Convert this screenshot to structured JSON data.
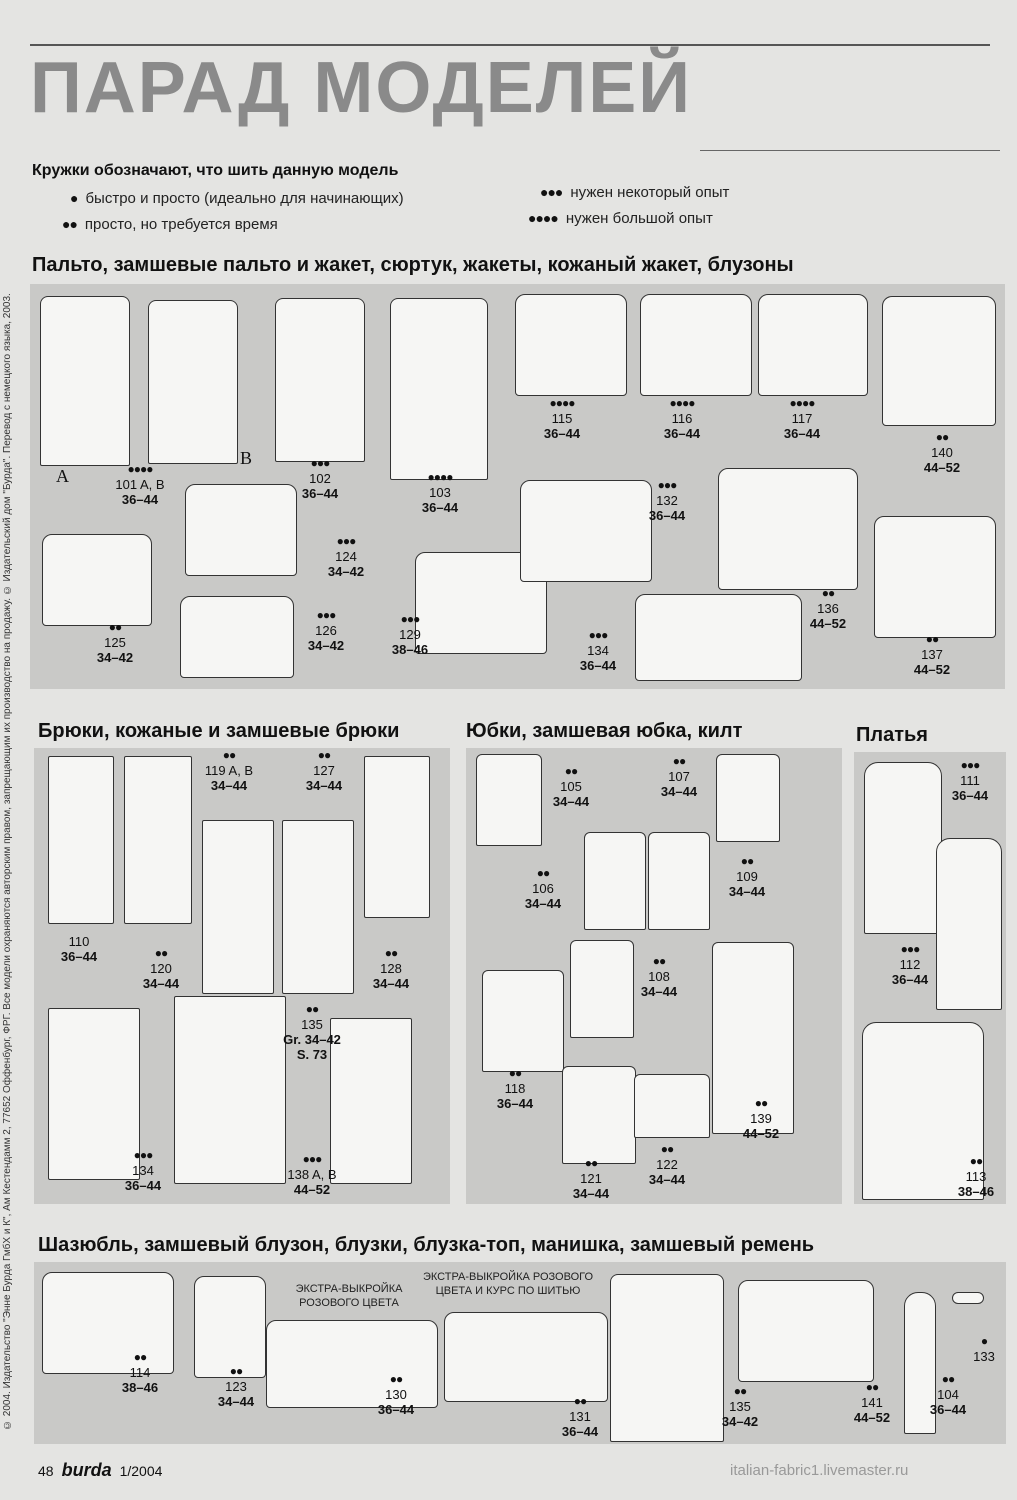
{
  "title": "ПАРАД МОДЕЛЕЙ",
  "side_note": "© 2004. Издательство \"Энне Бурда ГмбХ и К\", Ам Кестендамм 2, 77652 Оффенбург, ФРГ. Все модели охраняются авторским правом, запрещающим их производство на продажу. © Издательский дом \"Бурда\". Перевод с немецкого языка, 2003.",
  "legend": {
    "intro": "Кружки обозначают, что шить данную модель",
    "items": [
      {
        "dots": "●",
        "text": "быстро и просто (идеально для начинающих)"
      },
      {
        "dots": "●●",
        "text": "просто, но требуется время"
      },
      {
        "dots": "●●●",
        "text": "нужен некоторый опыт"
      },
      {
        "dots": "●●●●",
        "text": "нужен большой опыт"
      }
    ]
  },
  "sections": {
    "coats": {
      "title": "Пальто, замшевые пальто и жакет, сюртук, жакеты, кожаный жакет, блузоны"
    },
    "pants": {
      "title": "Брюки, кожаные и замшевые брюки"
    },
    "skirts": {
      "title": "Юбки, замшевая юбка, килт"
    },
    "dresses": {
      "title": "Платья"
    },
    "tops": {
      "title": "Шазюбль, замшевый блузон, блузки, блузка-топ, манишка, замшевый ремень"
    }
  },
  "variant_labels": {
    "a": "A",
    "b": "B"
  },
  "models": {
    "m101": {
      "dots": "●●●●",
      "num": "101 A, B",
      "size": "36–44"
    },
    "m102": {
      "dots": "●●●",
      "num": "102",
      "size": "36–44"
    },
    "m103": {
      "dots": "●●●●",
      "num": "103",
      "size": "36–44"
    },
    "m115": {
      "dots": "●●●●",
      "num": "115",
      "size": "36–44"
    },
    "m116": {
      "dots": "●●●●",
      "num": "116",
      "size": "36–44"
    },
    "m117": {
      "dots": "●●●●",
      "num": "117",
      "size": "36–44"
    },
    "m140": {
      "dots": "●●",
      "num": "140",
      "size": "44–52"
    },
    "m124": {
      "dots": "●●●",
      "num": "124",
      "size": "34–42"
    },
    "m132": {
      "dots": "●●●",
      "num": "132",
      "size": "36–44"
    },
    "m125": {
      "dots": "●●",
      "num": "125",
      "size": "34–42"
    },
    "m126": {
      "dots": "●●●",
      "num": "126",
      "size": "34–42"
    },
    "m129": {
      "dots": "●●●",
      "num": "129",
      "size": "38–46"
    },
    "m134a": {
      "dots": "●●●",
      "num": "134",
      "size": "36–44"
    },
    "m136": {
      "dots": "●●",
      "num": "136",
      "size": "44–52"
    },
    "m137": {
      "dots": "●●",
      "num": "137",
      "size": "44–52"
    },
    "m119": {
      "dots": "●●",
      "num": "119 A, B",
      "size": "34–44"
    },
    "m127": {
      "dots": "●●",
      "num": "127",
      "size": "34–44"
    },
    "m110": {
      "dots": "",
      "num": "110",
      "size": "36–44"
    },
    "m120": {
      "dots": "●●",
      "num": "120",
      "size": "34–44"
    },
    "m128": {
      "dots": "●●",
      "num": "128",
      "size": "34–44"
    },
    "m135p": {
      "dots": "●●",
      "num": "135",
      "size": "Gr. 34–42",
      "extra": "S. 73"
    },
    "m134p": {
      "dots": "●●●",
      "num": "134",
      "size": "36–44"
    },
    "m138": {
      "dots": "●●●",
      "num": "138 A, B",
      "size": "44–52"
    },
    "m105": {
      "dots": "●●",
      "num": "105",
      "size": "34–44"
    },
    "m107": {
      "dots": "●●",
      "num": "107",
      "size": "34–44"
    },
    "m106": {
      "dots": "●●",
      "num": "106",
      "size": "34–44"
    },
    "m109": {
      "dots": "●●",
      "num": "109",
      "size": "34–44"
    },
    "m108": {
      "dots": "●●",
      "num": "108",
      "size": "34–44"
    },
    "m118": {
      "dots": "●●",
      "num": "118",
      "size": "36–44"
    },
    "m139": {
      "dots": "●●",
      "num": "139",
      "size": "44–52"
    },
    "m121": {
      "dots": "●●",
      "num": "121",
      "size": "34–44"
    },
    "m122": {
      "dots": "●●",
      "num": "122",
      "size": "34–44"
    },
    "m111": {
      "dots": "●●●",
      "num": "111",
      "size": "36–44"
    },
    "m112": {
      "dots": "●●●",
      "num": "112",
      "size": "36–44"
    },
    "m113": {
      "dots": "●●",
      "num": "113",
      "size": "38–46"
    },
    "m114": {
      "dots": "●●",
      "num": "114",
      "size": "38–46"
    },
    "m123": {
      "dots": "●●",
      "num": "123",
      "size": "34–44"
    },
    "m130": {
      "dots": "●●",
      "num": "130",
      "size": "36–44"
    },
    "m131": {
      "dots": "●●",
      "num": "131",
      "size": "36–44"
    },
    "m135t": {
      "dots": "●●",
      "num": "135",
      "size": "34–42"
    },
    "m141": {
      "dots": "●●",
      "num": "141",
      "size": "44–52"
    },
    "m104": {
      "dots": "●●",
      "num": "104",
      "size": "36–44"
    },
    "m133": {
      "dots": "●",
      "num": "133",
      "size": ""
    }
  },
  "extra_labels": {
    "pink1": "ЭКСТРА-ВЫКРОЙКА РОЗОВОГО ЦВЕТА",
    "pink2": "ЭКСТРА-ВЫКРОЙКА РОЗОВОГО ЦВЕТА И КУРС ПО ШИТЬЮ"
  },
  "footer": {
    "page": "48",
    "brand": "burda",
    "issue": "1/2004"
  },
  "watermark": "italian-fabric1.livemaster.ru"
}
